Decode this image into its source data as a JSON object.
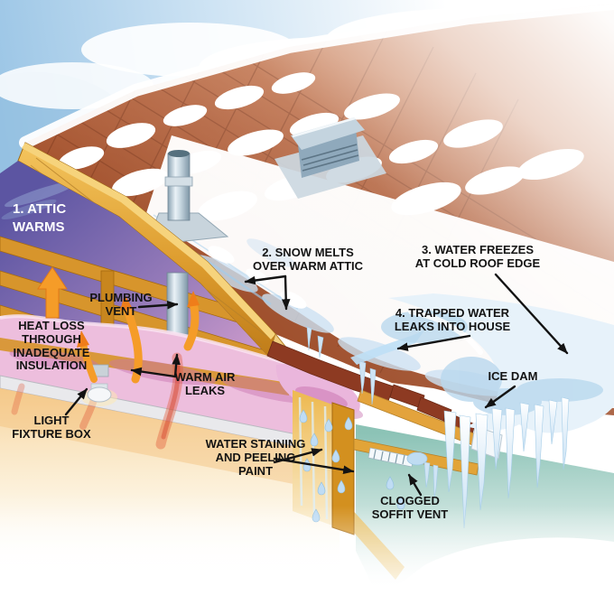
{
  "figure": {
    "alt": "Cutaway illustration of a house roof and attic showing how an ice dam forms"
  },
  "labels": {
    "attic_warms": "1. ATTIC\nWARMS",
    "snow_melts": "2. SNOW MELTS\nOVER WARM ATTIC",
    "water_freezes": "3. WATER FREEZES\nAT COLD ROOF EDGE",
    "trapped_water": "4. TRAPPED WATER\nLEAKS INTO HOUSE",
    "plumbing_vent": "PLUMBING\nVENT",
    "heat_loss": "HEAT LOSS\nTHROUGH\nINADEQUATE\nINSULATION",
    "warm_air_leaks": "WARM AIR\nLEAKS",
    "light_fixture_box": "LIGHT\nFIXTURE BOX",
    "water_staining": "WATER STAINING\nAND PEELING\nPAINT",
    "ice_dam": "ICE DAM",
    "clogged_soffit_vent": "CLOGGED\nSOFFIT VENT"
  },
  "colors": {
    "label_text": "#131313",
    "attic_label_text": "#ffffff",
    "shingle_red": "#a5532c",
    "eave_shingle_dark_red": "#8d3a22",
    "wood_gold": "#e2a33c",
    "attic_purple": "#7a68ac",
    "insulation_pink": "#eec0df",
    "ice_blue": "#cfe6f6",
    "heat_orange": "#f59c28",
    "soffit_teal": "#86bfb2",
    "sky_blue": "#aacfe8"
  }
}
